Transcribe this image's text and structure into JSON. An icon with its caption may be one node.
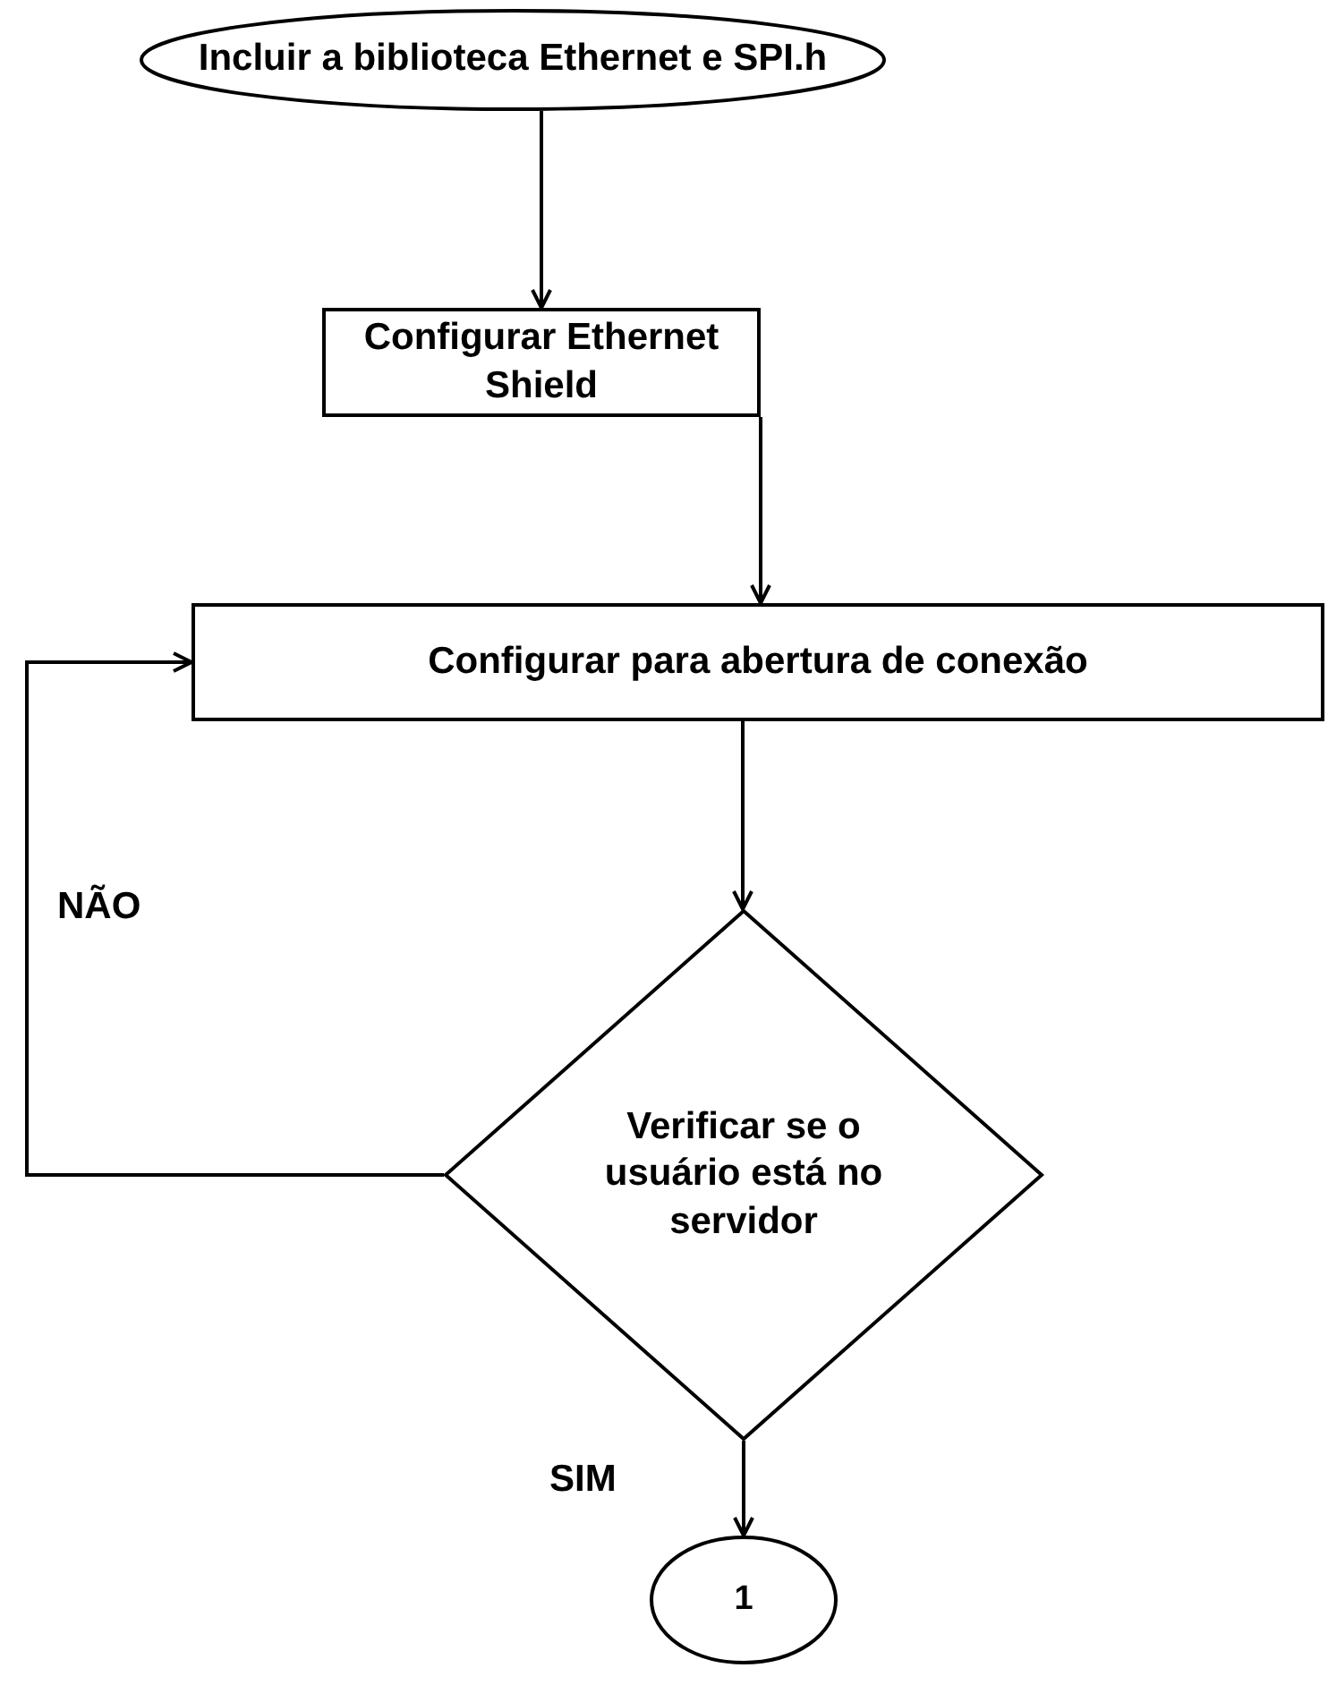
{
  "diagram": {
    "nodes": [
      {
        "text": [
          "Incluir a biblioteca Ethernet e SPI.h"
        ]
      },
      {
        "text": [
          "Configurar Ethernet Shield"
        ]
      },
      {
        "text": [
          "Configurar para abertura de conexão"
        ]
      },
      {
        "text": [
          "Verificar se o usuário está no servidor"
        ]
      },
      {
        "text": [
          "1"
        ]
      }
    ],
    "edges": [
      {
        "from": 0,
        "to": 1,
        "arrow": "to"
      },
      {
        "from": 1,
        "to": 2,
        "arrow": "to"
      },
      {
        "from": 2,
        "to": 3,
        "arrow": "to"
      },
      {
        "from": 3,
        "to": 2,
        "arrow": "to",
        "label": "NÃO"
      },
      {
        "from": 3,
        "to": 4,
        "arrow": "to",
        "label": "SIM"
      }
    ]
  }
}
